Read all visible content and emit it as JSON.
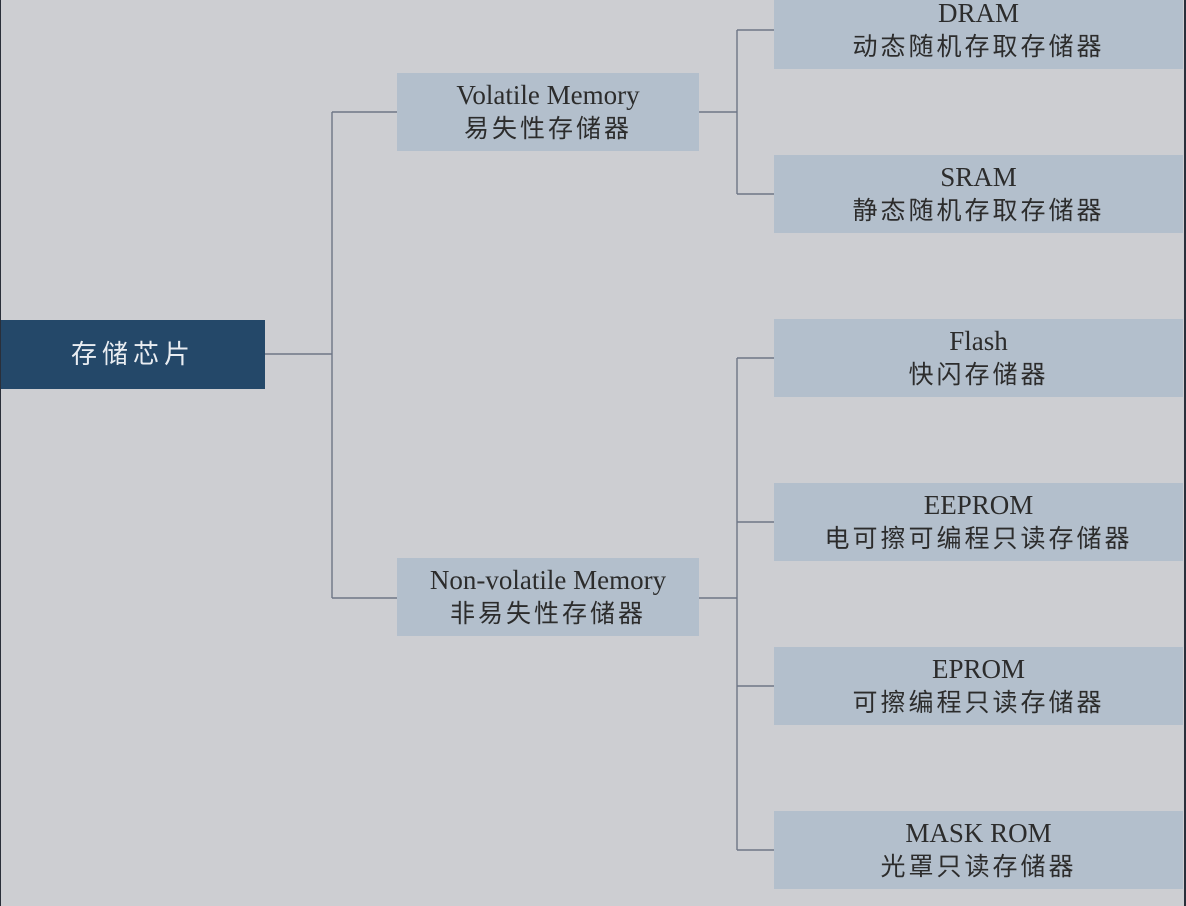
{
  "root": {
    "label": "存储芯片"
  },
  "categories": [
    {
      "en": "Volatile Memory",
      "cn": "易失性存储器",
      "children": [
        {
          "en": "DRAM",
          "cn": "动态随机存取存储器"
        },
        {
          "en": "SRAM",
          "cn": "静态随机存取存储器"
        }
      ]
    },
    {
      "en": "Non-volatile Memory",
      "cn": "非易失性存储器",
      "children": [
        {
          "en": "Flash",
          "cn": "快闪存储器"
        },
        {
          "en": "EEPROM",
          "cn": "电可擦可编程只读存储器"
        },
        {
          "en": "EPROM",
          "cn": "可擦编程只读存储器"
        },
        {
          "en": "MASK ROM",
          "cn": "光罩只读存储器"
        }
      ]
    }
  ]
}
